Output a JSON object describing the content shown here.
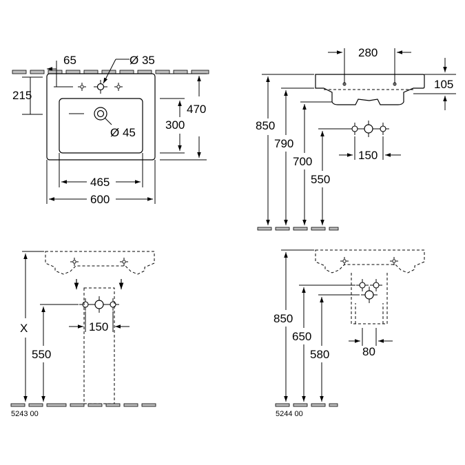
{
  "top_view": {
    "dim_65": "65",
    "dim_diam35": "Ø 35",
    "dim_215": "215",
    "dim_470": "470",
    "dim_300": "300",
    "dim_diam45": "Ø 45",
    "dim_465": "465",
    "dim_600": "600"
  },
  "side_view": {
    "dim_280": "280",
    "dim_105": "105",
    "dim_850": "850",
    "dim_790": "790",
    "dim_700": "700",
    "dim_550": "550",
    "dim_150": "150"
  },
  "pedestal_view": {
    "dim_x": "X",
    "dim_550": "550",
    "dim_150": "150",
    "code": "5243 00"
  },
  "semi_pedestal_view": {
    "dim_850": "850",
    "dim_650": "650",
    "dim_580": "580",
    "dim_80": "80",
    "code": "5244 00"
  }
}
